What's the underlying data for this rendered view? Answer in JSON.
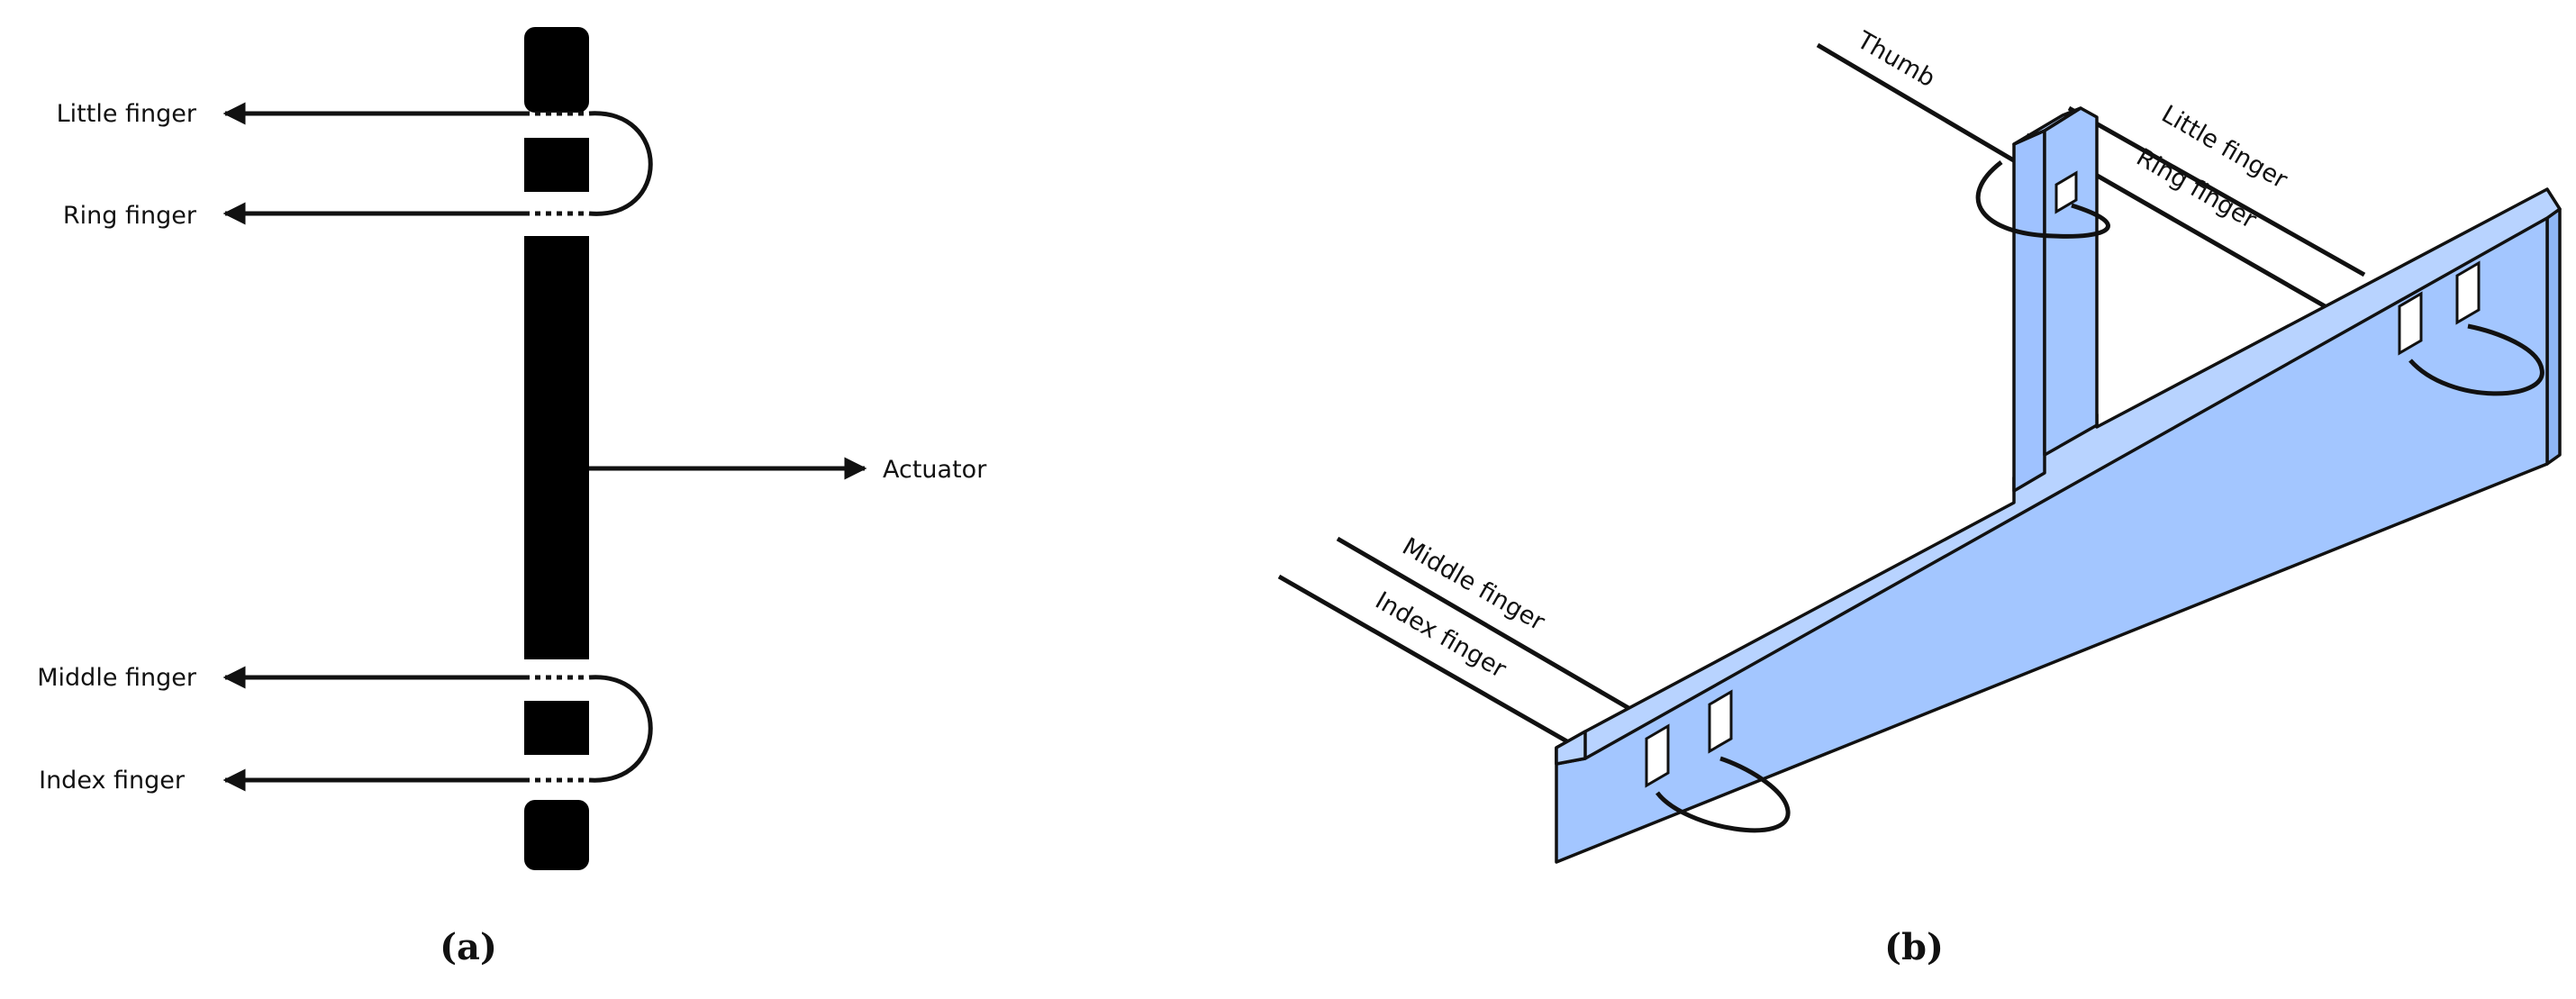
{
  "panel_a": {
    "caption": "(a)",
    "labels": {
      "little": "Little finger",
      "ring": "Ring finger",
      "middle": "Middle finger",
      "index": "Index finger",
      "actuator": "Actuator"
    }
  },
  "panel_b": {
    "caption": "(b)",
    "labels": {
      "thumb": "Thumb",
      "little": "Little finger",
      "ring": "Ring finger",
      "middle": "Middle finger",
      "index": "Index finger"
    }
  },
  "colors": {
    "bar": "#000000",
    "frame_top": "#a3c6ff",
    "frame_side": "#8fb6f5",
    "line": "#111111"
  }
}
